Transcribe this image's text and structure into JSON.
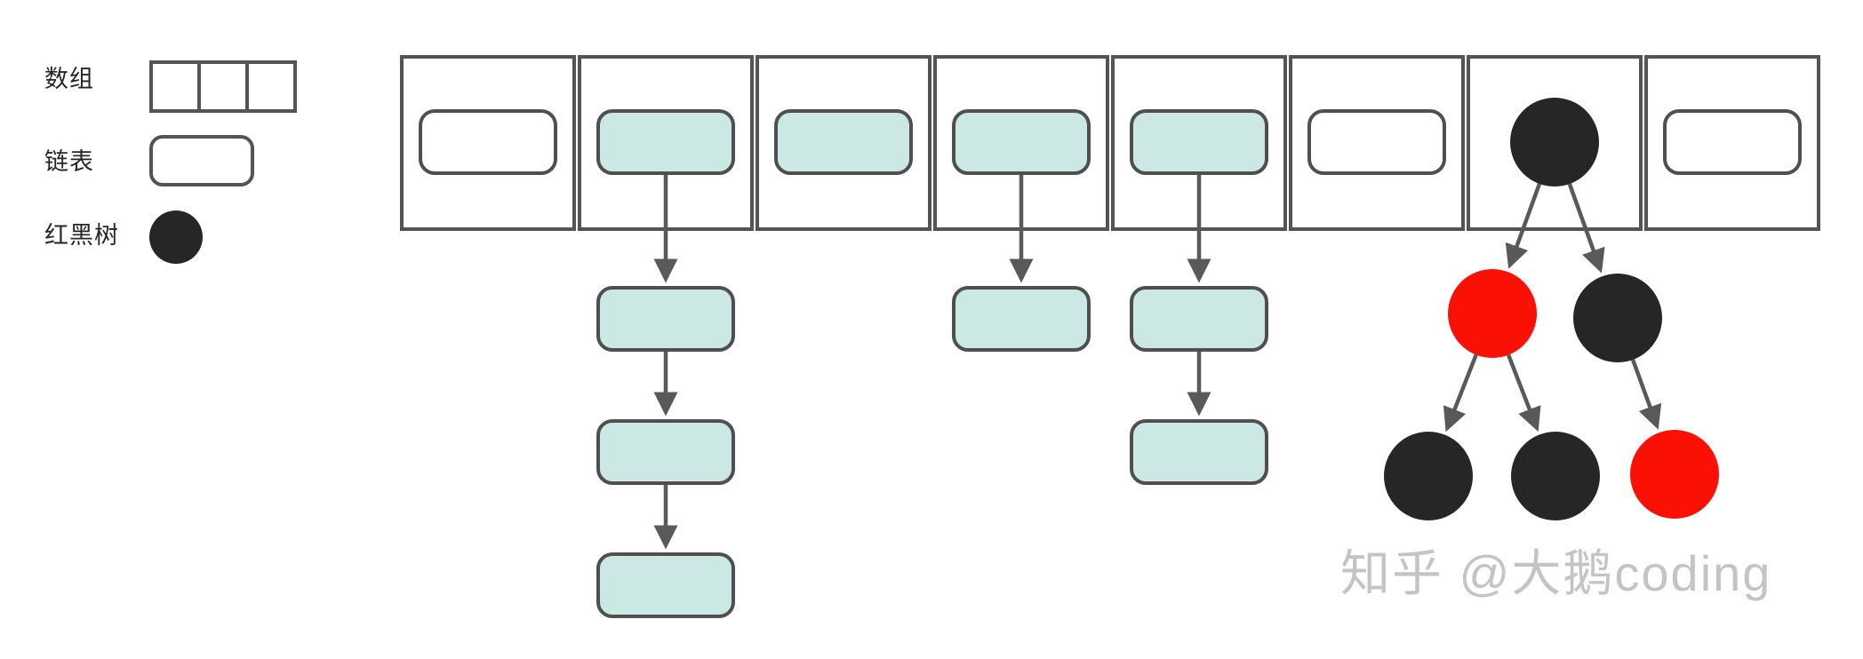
{
  "legend": {
    "items": [
      {
        "id": "array",
        "label": "数组"
      },
      {
        "id": "linked-list",
        "label": "链表"
      },
      {
        "id": "red-black-tree",
        "label": "红黑树"
      }
    ]
  },
  "buckets": [
    {
      "index": 0,
      "type": "empty",
      "chain_length": 0
    },
    {
      "index": 1,
      "type": "list",
      "chain_length": 3
    },
    {
      "index": 2,
      "type": "list",
      "chain_length": 0
    },
    {
      "index": 3,
      "type": "list",
      "chain_length": 1
    },
    {
      "index": 4,
      "type": "list",
      "chain_length": 2
    },
    {
      "index": 5,
      "type": "empty",
      "chain_length": 0
    },
    {
      "index": 6,
      "type": "tree",
      "chain_length": 0
    },
    {
      "index": 7,
      "type": "empty",
      "chain_length": 0
    }
  ],
  "tree": {
    "nodes": [
      {
        "id": "root",
        "color": "black",
        "parent": null
      },
      {
        "id": "L",
        "color": "red",
        "parent": "root"
      },
      {
        "id": "R",
        "color": "black",
        "parent": "root"
      },
      {
        "id": "LL",
        "color": "black",
        "parent": "L"
      },
      {
        "id": "LR",
        "color": "black",
        "parent": "L"
      },
      {
        "id": "RR",
        "color": "red",
        "parent": "R"
      }
    ]
  },
  "watermark": {
    "text": "知乎 @大鹅coding"
  },
  "colors": {
    "node_fill_list": "#cce8e4",
    "node_fill_empty": "#ffffff",
    "node_border": "#4f4f4f",
    "cell_border": "#545454",
    "black_node": "#262626",
    "red_node": "#fa1005",
    "arrow": "#595959",
    "watermark": "#c4c4c4",
    "label_text": "#262626"
  }
}
